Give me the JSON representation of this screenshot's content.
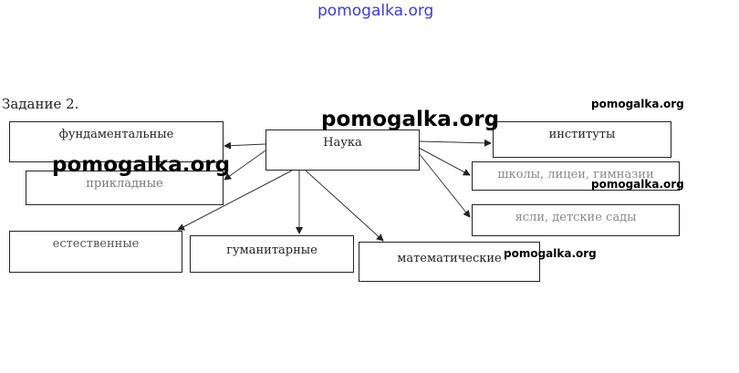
{
  "watermarks": {
    "top": "pomogalka.org",
    "center": "pomogalka.org",
    "left": "pomogalka.org",
    "right_top": "pomogalka.org",
    "right_mid": "pomogalka.org",
    "right_bottom": "pomogalka.org"
  },
  "task_label": "Задание 2.",
  "nodes": {
    "root": "Наука",
    "fundamental": "фундаментальные",
    "applied": "прикладные",
    "natural": "естественные",
    "humanities": "гуманитарные",
    "math": "математические",
    "institutes": "институты",
    "schools": "школы, лицеи, гимназии",
    "kindergartens": "ясли, детские сады"
  }
}
